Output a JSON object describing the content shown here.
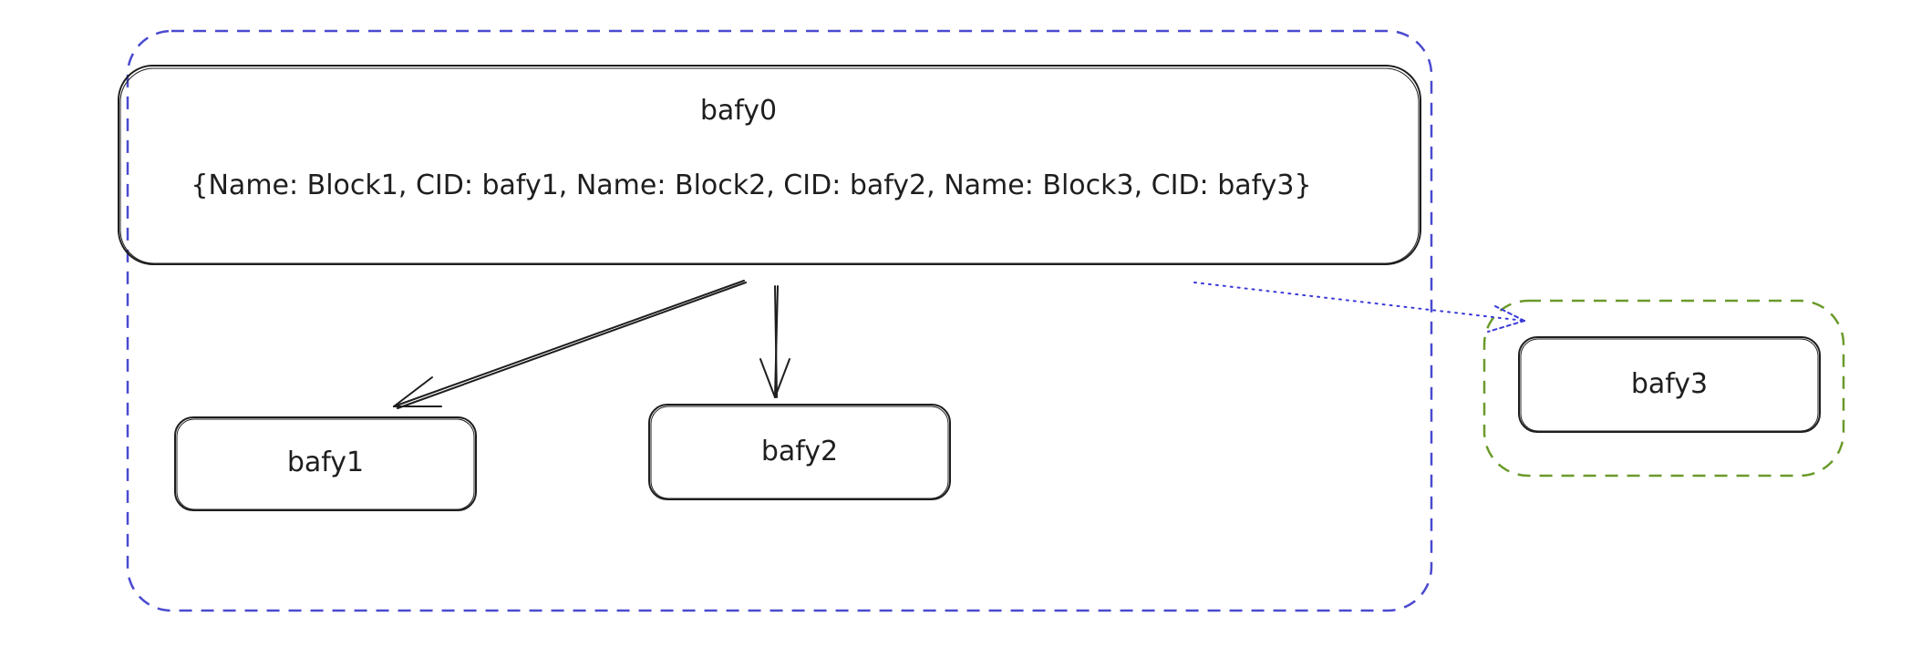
{
  "root_block": {
    "cid": "bafy0",
    "content": "{Name: Block1, CID: bafy1, Name: Block2, CID: bafy2, Name: Block3, CID: bafy3}"
  },
  "child_blocks": [
    {
      "cid": "bafy1"
    },
    {
      "cid": "bafy2"
    },
    {
      "cid": "bafy3"
    }
  ],
  "colors": {
    "stroke": "#1e1e1e",
    "local_group": "#4a4ad0",
    "remote_group": "#6a9a2a",
    "remote_link": "#3a3ad8"
  }
}
